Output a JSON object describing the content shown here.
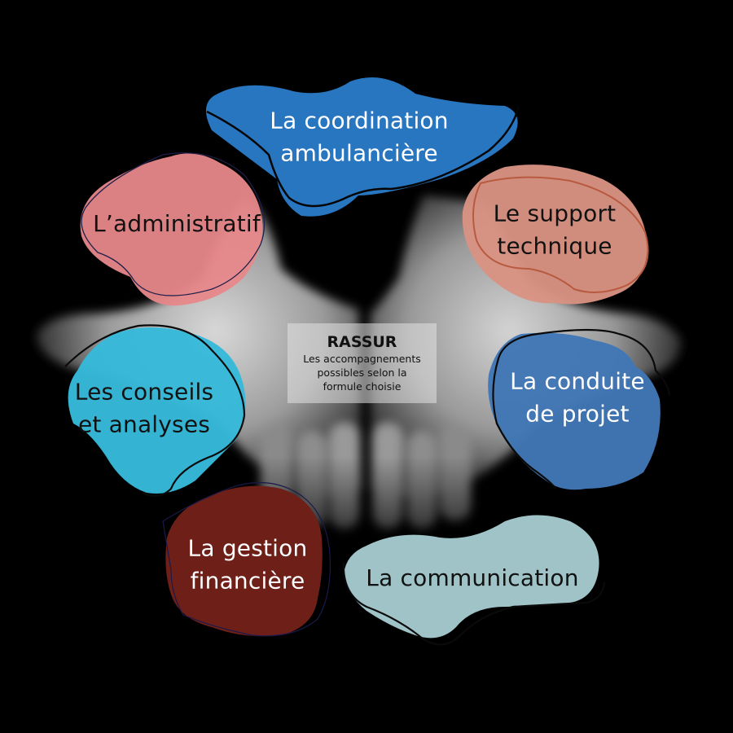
{
  "center": {
    "title": "RASSUR",
    "subtitle_lines": [
      "Les accompagnements",
      "possibles selon la",
      "formule choisie"
    ]
  },
  "topics": [
    {
      "id": "coordination",
      "lines": [
        "La coordination",
        "ambulancière"
      ],
      "color": "#2876c0",
      "text_color": "#ffffff"
    },
    {
      "id": "administratif",
      "lines": [
        "L’administratif"
      ],
      "color": "#e8888a",
      "text_color": "#111111"
    },
    {
      "id": "support",
      "lines": [
        "Le support",
        "technique"
      ],
      "color": "#d99383",
      "text_color": "#111111"
    },
    {
      "id": "conseils",
      "lines": [
        "Les conseils",
        "et analyses"
      ],
      "color": "#36b9d9",
      "text_color": "#111111"
    },
    {
      "id": "conduite",
      "lines": [
        "La conduite",
        "de projet"
      ],
      "color": "#4177b5",
      "text_color": "#ffffff"
    },
    {
      "id": "gestion",
      "lines": [
        "La gestion",
        "financière"
      ],
      "color": "#6e1f18",
      "text_color": "#ffffff"
    },
    {
      "id": "communication",
      "lines": [
        "La communication"
      ],
      "color": "#9fc3c7",
      "text_color": "#111111"
    }
  ],
  "background": {
    "description": "black-and-white photo of two open palms",
    "color": "#000000"
  }
}
